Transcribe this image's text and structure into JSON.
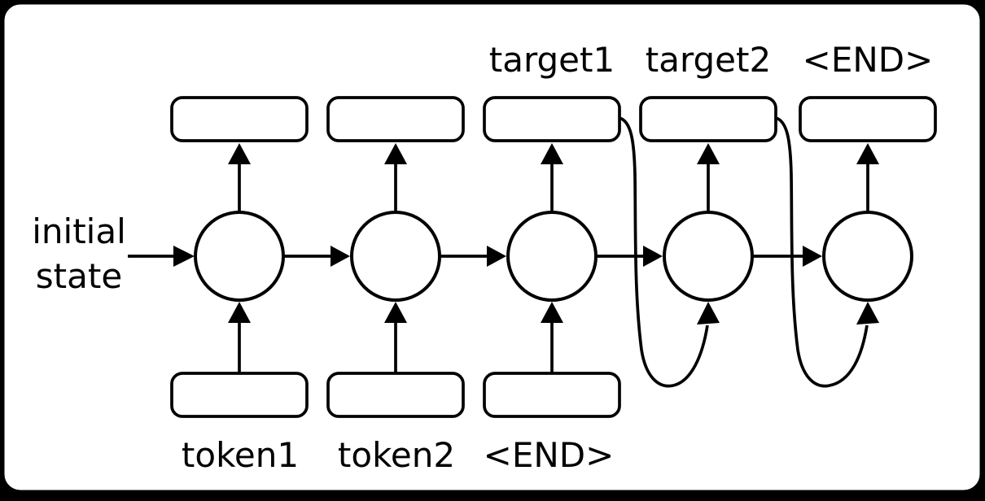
{
  "diagram": {
    "type": "rnn-seq2seq-unrolled",
    "initial_state": {
      "line1": "initial",
      "line2": "state"
    },
    "input_labels": [
      "token1",
      "token2",
      "<END>"
    ],
    "output_labels": [
      "target1",
      "target2",
      "<END>"
    ],
    "cell_count": 5,
    "input_box_count": 3,
    "output_box_count": 5,
    "feedback_connections": [
      {
        "from": "output-box-3",
        "to": "cell-4-input"
      },
      {
        "from": "output-box-4",
        "to": "cell-5-input"
      }
    ],
    "colors": {
      "line": "#000000",
      "node_fill": "#ffffff",
      "text": "#000000",
      "frame_background": "#000000"
    }
  }
}
